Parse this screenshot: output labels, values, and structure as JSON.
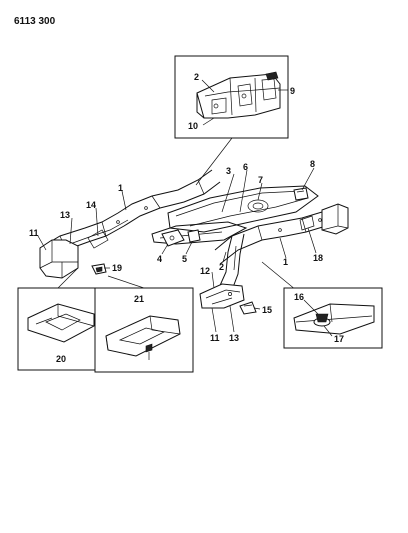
{
  "header": {
    "code": "6113 300"
  },
  "callouts": {
    "c1a": "1",
    "c1b": "1",
    "c2a": "2",
    "c2b": "2",
    "c3": "3",
    "c4": "4",
    "c5": "5",
    "c6": "6",
    "c7": "7",
    "c8": "8",
    "c9": "9",
    "c10": "10",
    "c11a": "11",
    "c11b": "11",
    "c12": "12",
    "c13a": "13",
    "c13b": "13",
    "c14": "14",
    "c15": "15",
    "c16": "16",
    "c17": "17",
    "c18": "18",
    "c19": "19",
    "c20": "20",
    "c21": "21"
  }
}
